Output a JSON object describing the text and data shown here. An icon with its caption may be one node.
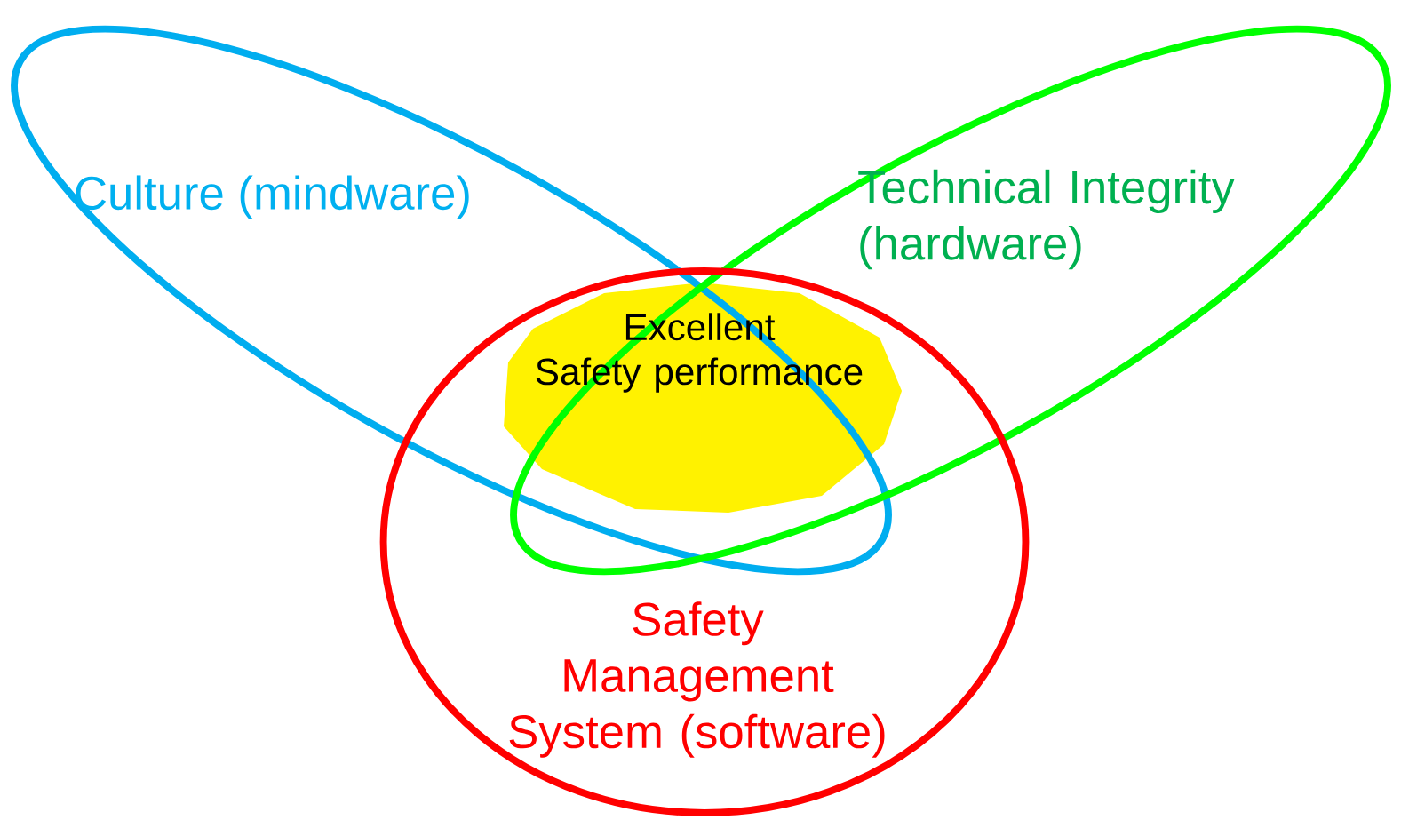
{
  "diagram": {
    "nodes": [
      {
        "text": [
          "Culture (mindware)"
        ]
      },
      {
        "text": [
          "Technical Integrity (hardware)"
        ]
      },
      {
        "text": [
          "Safety Management System (software)"
        ]
      },
      {
        "text": [
          "Excellent Safety performance"
        ]
      }
    ]
  }
}
